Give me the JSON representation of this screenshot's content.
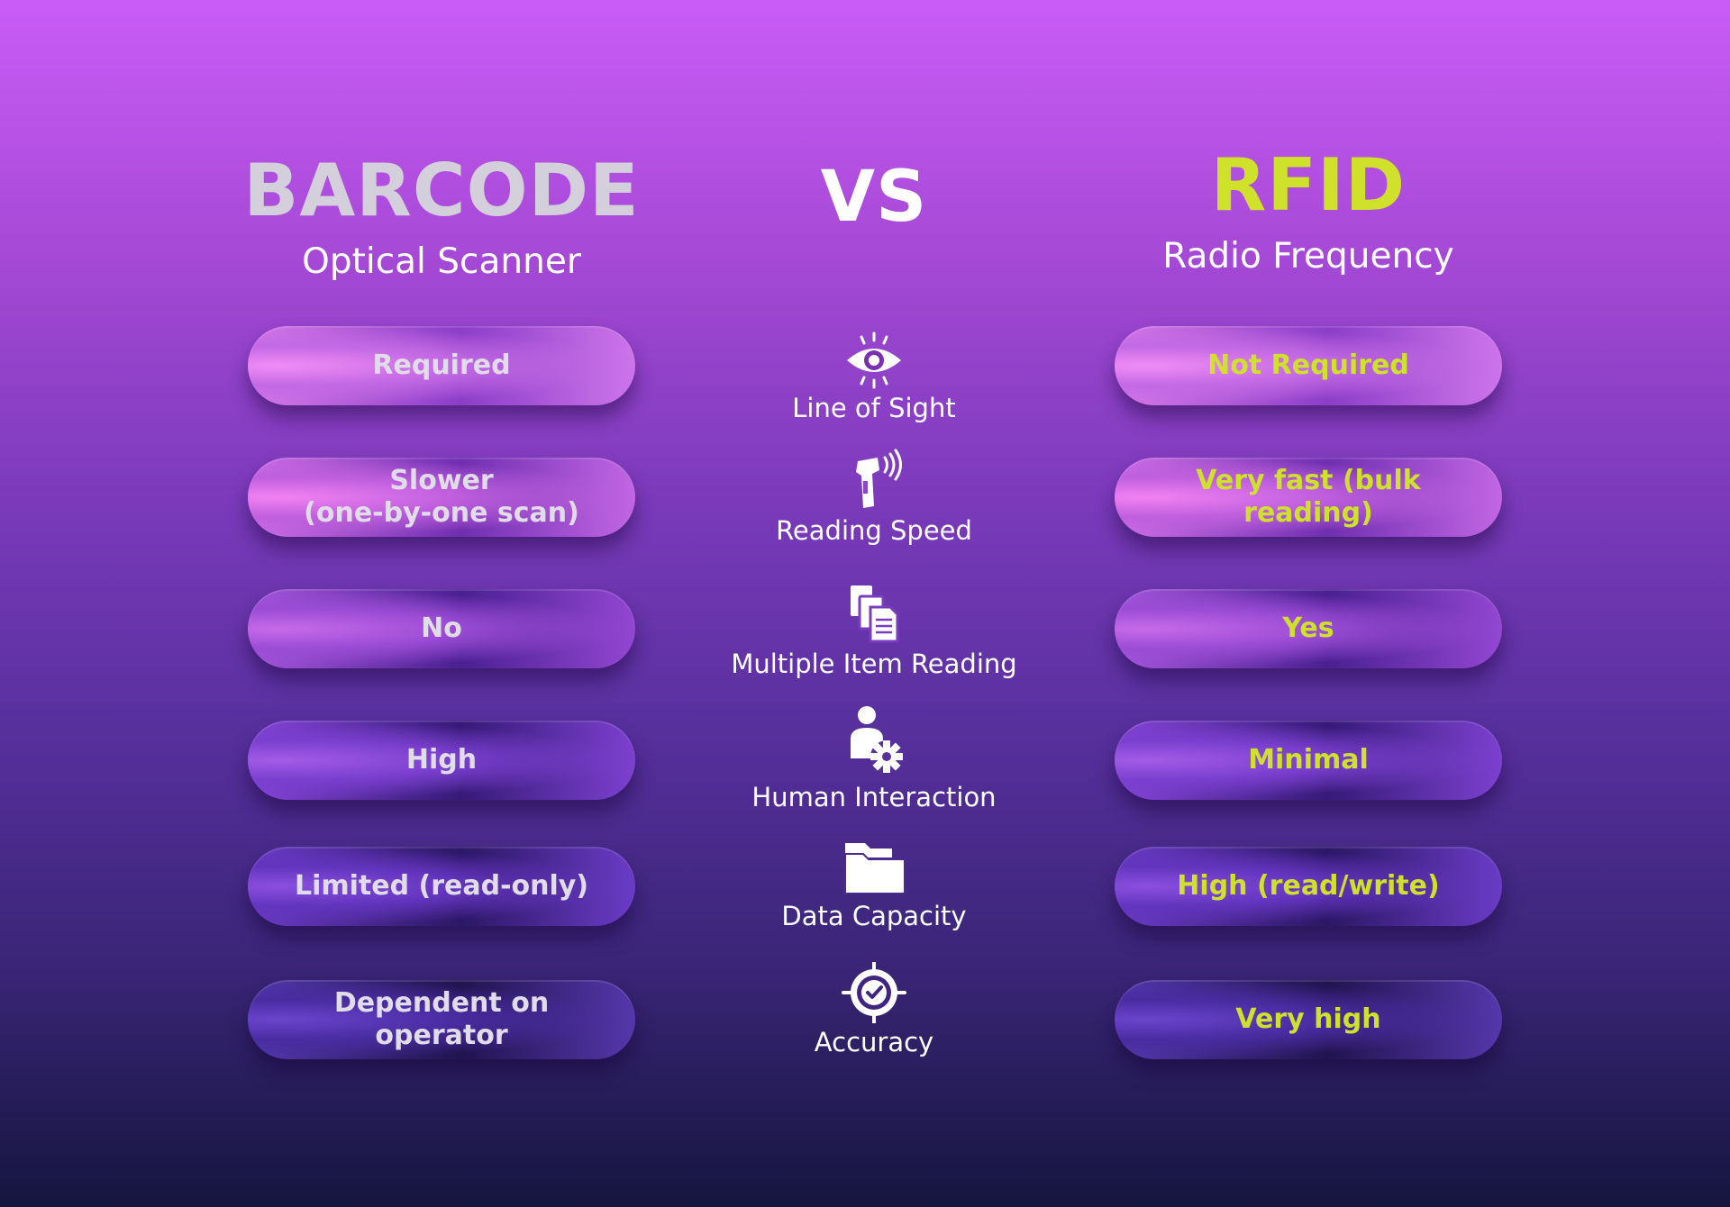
{
  "left": {
    "title": "BARCODE",
    "subtitle": "Optical Scanner"
  },
  "vs": "VS",
  "right": {
    "title": "RFID",
    "subtitle": "Radio Frequency"
  },
  "features": [
    {
      "label": "Line of Sight",
      "icon": "eye-icon",
      "left": "Required",
      "right": "Not Required"
    },
    {
      "label": "Reading Speed",
      "icon": "barcode-scanner-icon",
      "left": "Slower\n(one-by-one scan)",
      "right": "Very fast (bulk reading)"
    },
    {
      "label": "Multiple Item Reading",
      "icon": "documents-icon",
      "left": "No",
      "right": "Yes"
    },
    {
      "label": "Human Interaction",
      "icon": "person-gear-icon",
      "left": "High",
      "right": "Minimal"
    },
    {
      "label": "Data Capacity",
      "icon": "folder-icon",
      "left": "Limited (read-only)",
      "right": "High (read/write)"
    },
    {
      "label": "Accuracy",
      "icon": "target-check-icon",
      "left": "Dependent on operator",
      "right": "Very high"
    }
  ],
  "colors": {
    "accent": "#cfe12a",
    "left_text": "#e1dce9",
    "title_left": "#d3d0dc"
  }
}
